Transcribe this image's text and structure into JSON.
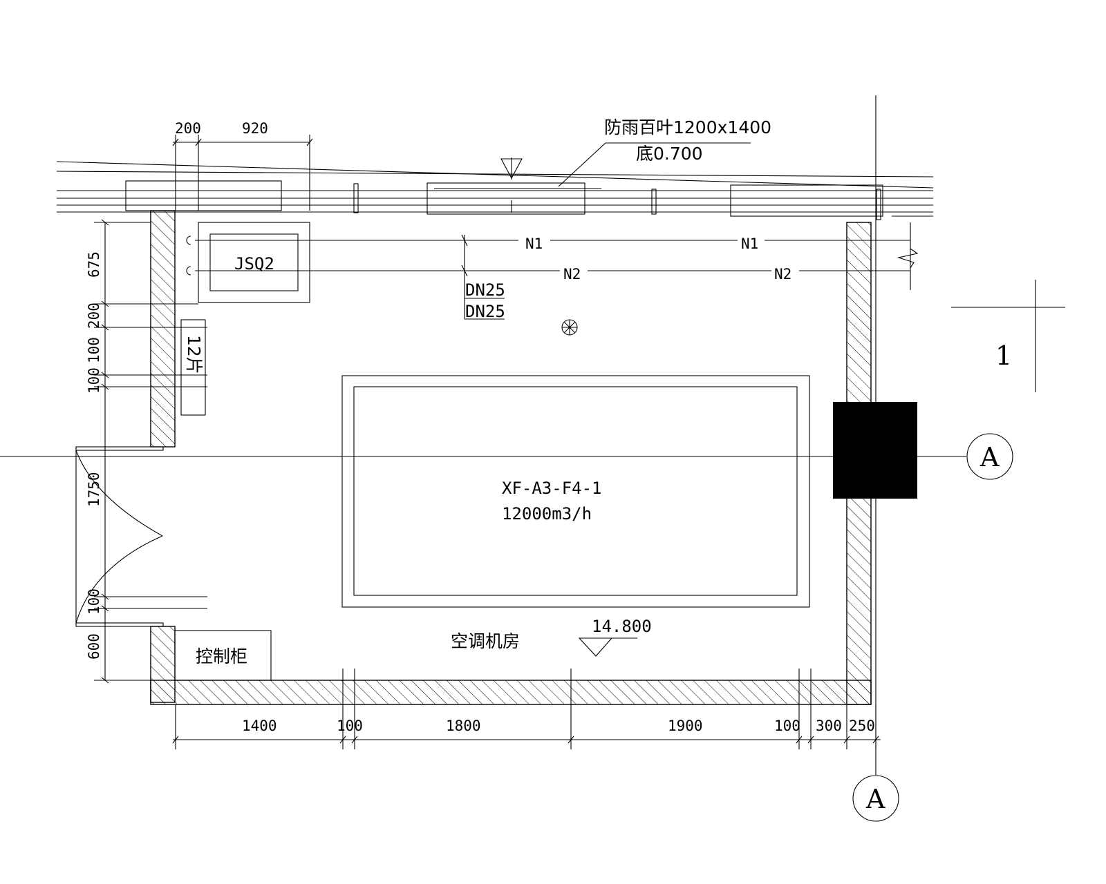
{
  "louver": {
    "label": "防雨百叶1200x1400",
    "bottom": "底0.700"
  },
  "top_dims": [
    "200",
    "920"
  ],
  "left_dims": [
    "675",
    "200",
    "100",
    "100",
    "1750",
    "100",
    "600"
  ],
  "bottom_dims": [
    "1400",
    "100",
    "1800",
    "1900",
    "100",
    "300",
    "250"
  ],
  "humidifier": "JSQ2",
  "pipes": {
    "n1": "N1",
    "n2": "N2",
    "dn_1": "DN25",
    "dn_2": "DN25"
  },
  "radiator": "12片",
  "ahu": {
    "code": "XF-A3-F4-1",
    "flow": "12000m3/h"
  },
  "room_name": "空调机房",
  "elevation": "14.800",
  "control_cabinet": "控制柜",
  "grid_axis": "A",
  "section_mark": "1"
}
